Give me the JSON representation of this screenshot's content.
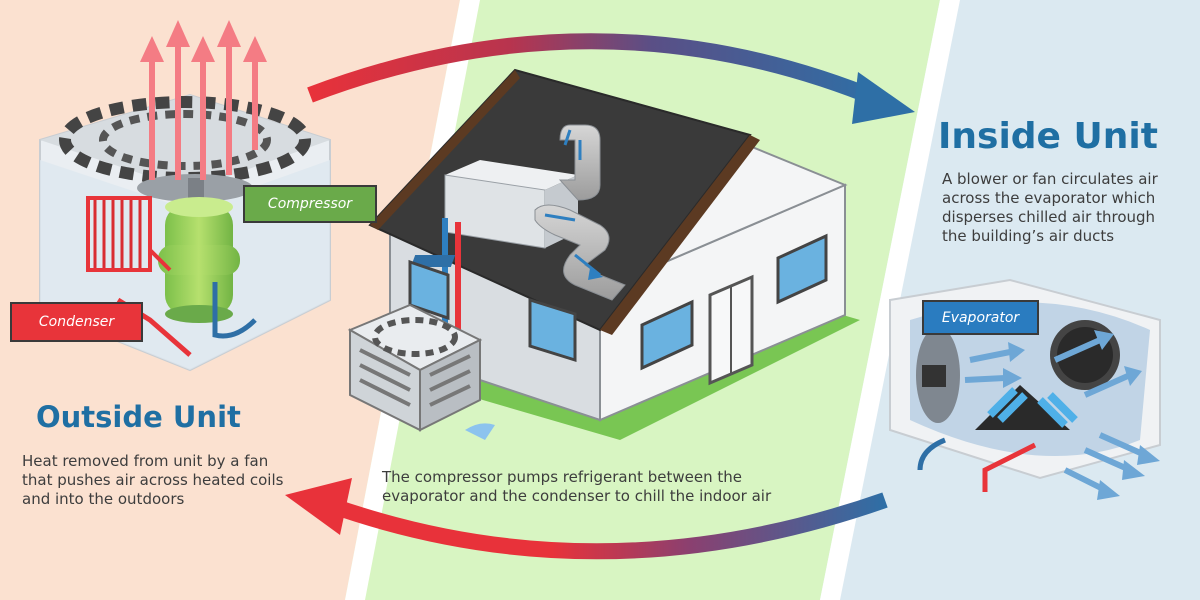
{
  "outside": {
    "title": "Outside Unit",
    "description": "Heat removed from unit by a fan that pushes air across heated coils and into the outdoors"
  },
  "inside": {
    "title": "Inside Unit",
    "description": "A blower or fan circulates air across the evaporator which disperses chilled air through the building’s air ducts"
  },
  "house": {
    "caption": "The compressor pumps refrigerant between the evaporator and the condenser to  chill the indoor air"
  },
  "labels": {
    "compressor": "Compressor",
    "condenser": "Condenser",
    "evaporator": "Evaporator"
  },
  "colors": {
    "outside_panel": "#fbe1d0",
    "house_panel": "#d8f5c2",
    "inside_panel": "#dbe9f1",
    "hot_red": "#e8323a",
    "cool_blue": "#2e6fa6",
    "heading_blue": "#1f6fa3",
    "compressor_green": "#6aaa4a",
    "condenser_red": "#e8343a",
    "evaporator_blue": "#2a7cc0"
  },
  "icons": [
    "heat-arrow-icon",
    "airflow-arrow-icon",
    "fan-icon",
    "coil-icon"
  ]
}
